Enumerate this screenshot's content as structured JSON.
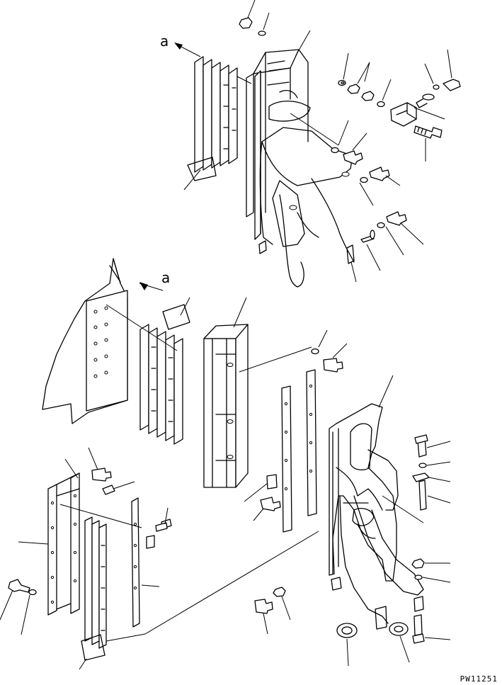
{
  "diagram": {
    "view_label_top": "a",
    "view_label_mid": "a",
    "drawing_code": "PW11251"
  }
}
